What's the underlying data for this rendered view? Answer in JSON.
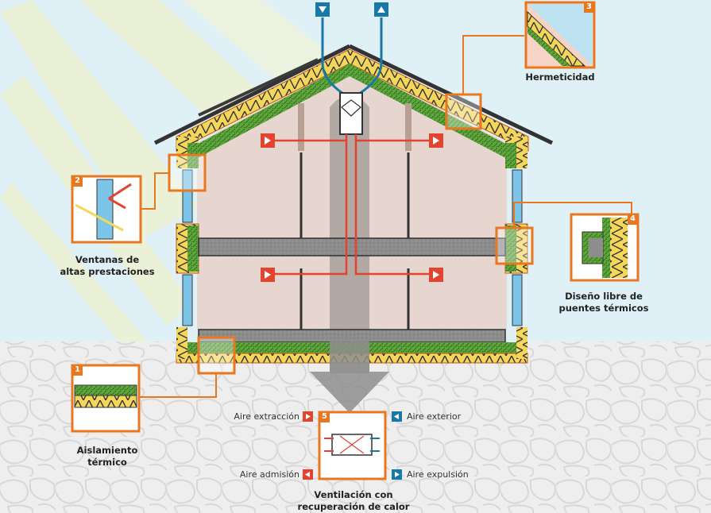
{
  "colors": {
    "orange": "#e8771f",
    "red": "#e4432f",
    "blue": "#1879a8",
    "yellow": "#f4d75a",
    "green": "#5fa63c",
    "wall": "#e6d6cf",
    "concrete": "#8a8a8a",
    "sky": "#dff0f6",
    "ground": "#eeeeee"
  },
  "callouts": [
    {
      "number": "1",
      "line1": "Aislamiento",
      "line2": "térmico"
    },
    {
      "number": "2",
      "line1": "Ventanas de",
      "line2": "altas prestaciones"
    },
    {
      "number": "3",
      "line1": "Hermeticidad",
      "line2": ""
    },
    {
      "number": "4",
      "line1": "Diseño libre de",
      "line2": "puentes térmicos"
    },
    {
      "number": "5",
      "line1": "Ventilación con",
      "line2": "recuperación de calor"
    }
  ],
  "air_legend": {
    "extraction": "Aire extracción",
    "exterior": "Aire exterior",
    "intake": "Aire admisión",
    "exhaust": "Aire expulsión"
  },
  "icons": {
    "roof_in": "down-triangle-icon",
    "roof_out": "up-triangle-icon",
    "supply": "right-triangle-icon"
  }
}
